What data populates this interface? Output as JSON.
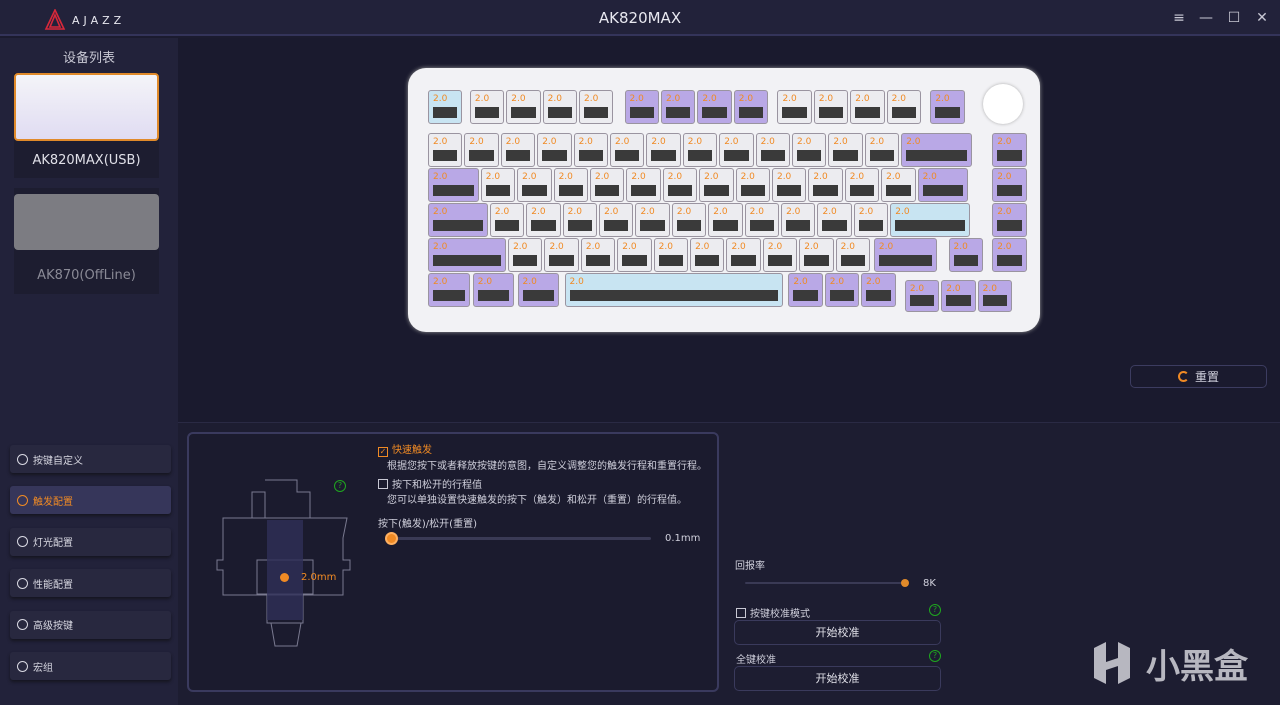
{
  "app": {
    "brand": "AJAZZ",
    "title": "AK820MAX"
  },
  "window": {
    "menu": "≡",
    "minimize": "—",
    "maximize": "☐",
    "close": "✕"
  },
  "devices": {
    "title": "设备列表",
    "items": [
      {
        "name": "AK820MAX(USB)",
        "selected": true
      },
      {
        "name": "AK870(OffLine)",
        "selected": false
      }
    ]
  },
  "keyboard": {
    "key_value": "2.0",
    "reset_label": "重置"
  },
  "nav": [
    {
      "label": "按键自定义",
      "icon": "star-icon"
    },
    {
      "label": "触发配置",
      "icon": "trigger-icon",
      "active": true
    },
    {
      "label": "灯光配置",
      "icon": "bulb-icon"
    },
    {
      "label": "性能配置",
      "icon": "gauge-icon"
    },
    {
      "label": "高级按键",
      "icon": "advanced-icon"
    },
    {
      "label": "宏组",
      "icon": "macro-icon"
    }
  ],
  "trigger": {
    "switch_travel": "2.0mm",
    "rapid_trigger": {
      "label": "快速触发",
      "checked": true,
      "desc": "根据您按下或者释放按键的意图，自定义调整您的触发行程和重置行程。"
    },
    "separate": {
      "label": "按下和松开的行程值",
      "checked": false,
      "desc": "您可以单独设置快速触发的按下（触发）和松开（重置）的行程值。"
    },
    "slider": {
      "label": "按下(触发)/松开(重置)",
      "value": "0.1mm",
      "fraction": 0
    }
  },
  "performance": {
    "polling_label": "回报率",
    "polling_value": "8K",
    "polling_fraction": 1,
    "calib_mode_label": "按键校准模式",
    "calib_mode_checked": false,
    "start_calib": "开始校准",
    "all_calib_label": "全键校准",
    "start_calib2": "开始校准"
  },
  "watermark": "小黑盒",
  "colors": {
    "accent": "#f08a24",
    "help": "#1fa61f",
    "purple_key": "#b9a8e6",
    "blue_key": "#c8e4f2"
  }
}
